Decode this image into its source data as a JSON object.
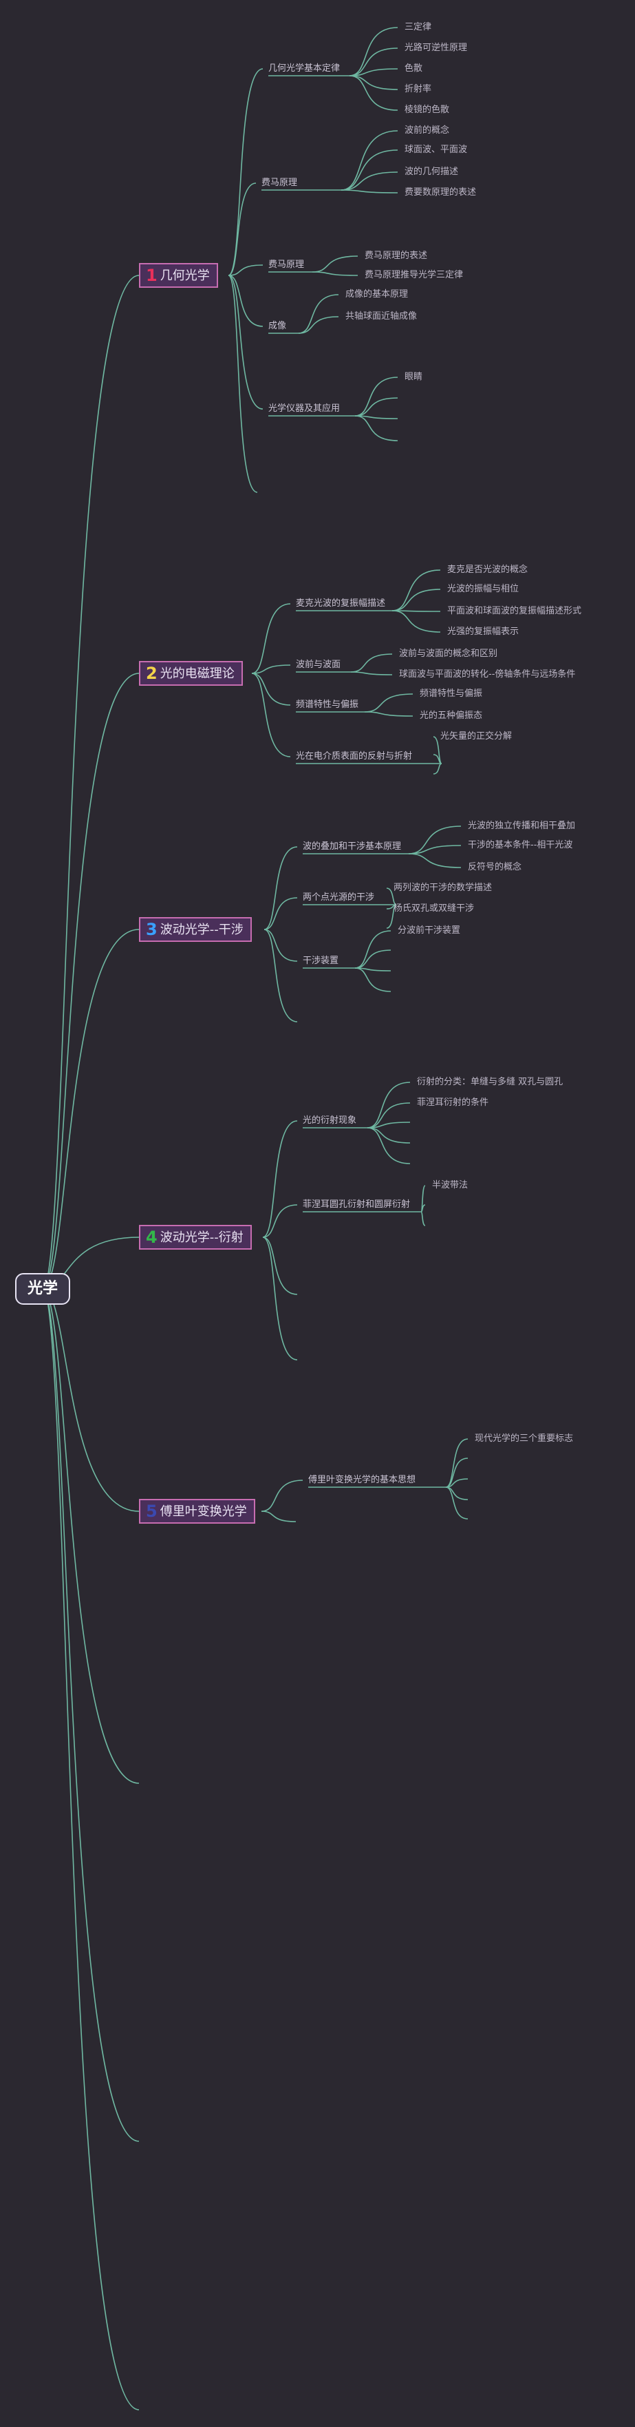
{
  "root": "光学",
  "colors": {
    "background": "#2b2830",
    "line": "#6fb8a2",
    "topic_border": "#c76db1",
    "topic_fill": "#4a2f5a",
    "num1": "#e8305a",
    "num2": "#f3d34a",
    "num3": "#3aa0ff",
    "num4": "#33b84a",
    "num5": "#3b49b0"
  },
  "branches": [
    {
      "num": "1",
      "label": "几何光学",
      "children": [
        {
          "label": "几何光学基本定律",
          "children": [
            "三定律",
            "光路可逆性原理",
            "色散",
            "折射率",
            "棱镜的色散"
          ]
        },
        {
          "label": "费马原理",
          "children": [
            "波前的概念",
            "球面波、平面波",
            "波的几何描述",
            "费要数原理的表述"
          ]
        },
        {
          "label": "费马原理",
          "children": [
            "费马原理的表述",
            "费马原理推导光学三定律"
          ]
        },
        {
          "label": "成像",
          "children": [
            "成像的基本原理",
            "共轴球面近轴成像"
          ]
        },
        {
          "label": "光学仪器及其应用",
          "children": [
            "眼睛"
          ]
        },
        {
          "label": "",
          "children": []
        }
      ]
    },
    {
      "num": "2",
      "label": "光的电磁理论",
      "children": [
        {
          "label": "麦克光波的复振幅描述",
          "children": [
            "麦克是否光波的概念",
            "光波的振幅与相位",
            "平面波和球面波的复振幅描述形式",
            "光强的复振幅表示"
          ]
        },
        {
          "label": "波前与波面",
          "children": [
            "波前与波面的概念和区别",
            "球面波与平面波的转化--傍轴条件与远场条件"
          ]
        },
        {
          "label": "频谱特性与偏振",
          "children": [
            "频谱特性与偏振",
            "光的五种偏振态"
          ]
        },
        {
          "label": "光在电介质表面的反射与折射",
          "children": [
            "光矢量的正交分解"
          ]
        }
      ]
    },
    {
      "num": "3",
      "label": "波动光学--干涉",
      "children": [
        {
          "label": "波的叠加和干涉基本原理",
          "children": [
            "光波的独立传播和相干叠加",
            "干涉的基本条件--相干光波",
            "反符号的概念"
          ]
        },
        {
          "label": "两个点光源的干涉",
          "children": [
            "两列波的干涉的数学描述",
            "杨氏双孔或双缝干涉"
          ]
        },
        {
          "label": "干涉装置",
          "children": [
            "分波前干涉装置"
          ]
        },
        {
          "label": "",
          "children": []
        }
      ]
    },
    {
      "num": "4",
      "label": "波动光学--衍射",
      "children": [
        {
          "label": "光的衍射现象",
          "children": [
            "衍射的分类：单缝与多缝 双孔与圆孔",
            "菲涅耳衍射的条件"
          ]
        },
        {
          "label": "菲涅耳圆孔衍射和圆屏衍射",
          "children": [
            "半波带法"
          ]
        },
        {
          "label": "",
          "children": []
        },
        {
          "label": "",
          "children": []
        }
      ]
    },
    {
      "num": "5",
      "label": "傅里叶变换光学",
      "children": [
        {
          "label": "傅里叶变换光学的基本思想",
          "children": [
            "现代光学的三个重要标志"
          ]
        },
        {
          "label": "",
          "children": []
        }
      ]
    },
    {
      "num": "",
      "label": "",
      "children": []
    },
    {
      "num": "",
      "label": "",
      "children": []
    },
    {
      "num": "",
      "label": "",
      "children": []
    }
  ]
}
